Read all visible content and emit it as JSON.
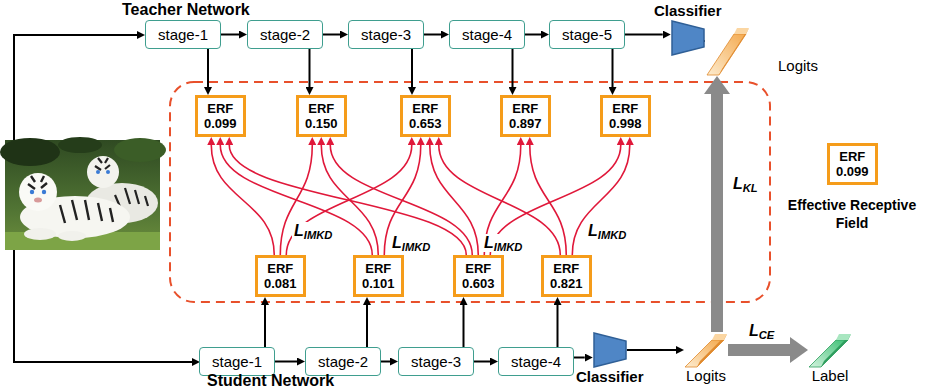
{
  "diagram": {
    "nodes": [
      {
        "text": [
          "stage-1"
        ]
      },
      {
        "text": [
          "stage-2"
        ]
      },
      {
        "text": [
          "stage-3"
        ]
      },
      {
        "text": [
          "stage-4"
        ]
      },
      {
        "text": [
          "stage-5"
        ]
      },
      {
        "text": [
          "Classifier"
        ]
      },
      {
        "text": [
          "Logits"
        ]
      },
      {
        "text": [
          "ERF",
          "0.099"
        ]
      },
      {
        "text": [
          "ERF",
          "0.150"
        ]
      },
      {
        "text": [
          "ERF",
          "0.653"
        ]
      },
      {
        "text": [
          "ERF",
          "0.897"
        ]
      },
      {
        "text": [
          "ERF",
          "0.998"
        ]
      },
      {
        "text": [
          "ERF",
          "0.081"
        ]
      },
      {
        "text": [
          "ERF",
          "0.101"
        ]
      },
      {
        "text": [
          "ERF",
          "0.603"
        ]
      },
      {
        "text": [
          "ERF",
          "0.821"
        ]
      },
      {
        "text": [
          "stage-1"
        ]
      },
      {
        "text": [
          "stage-2"
        ]
      },
      {
        "text": [
          "stage-3"
        ]
      },
      {
        "text": [
          "stage-4"
        ]
      },
      {
        "text": [
          "Classifier"
        ]
      },
      {
        "text": [
          "Logits"
        ]
      },
      {
        "text": [
          "Label"
        ]
      },
      {
        "text": [
          "ERF",
          "0.099"
        ]
      }
    ],
    "edges": [
      {
        "from": 0,
        "to": 1,
        "arrow": "to"
      },
      {
        "from": 1,
        "to": 2,
        "arrow": "to"
      },
      {
        "from": 2,
        "to": 3,
        "arrow": "to"
      },
      {
        "from": 3,
        "to": 4,
        "arrow": "to"
      },
      {
        "from": 4,
        "to": 5,
        "arrow": "to"
      },
      {
        "from": 5,
        "to": 6,
        "arrow": "to"
      },
      {
        "from": 0,
        "to": 7,
        "arrow": "to"
      },
      {
        "from": 1,
        "to": 8,
        "arrow": "to"
      },
      {
        "from": 2,
        "to": 9,
        "arrow": "to"
      },
      {
        "from": 3,
        "to": 10,
        "arrow": "to"
      },
      {
        "from": 4,
        "to": 11,
        "arrow": "to"
      },
      {
        "from": 16,
        "to": 17,
        "arrow": "to"
      },
      {
        "from": 17,
        "to": 18,
        "arrow": "to"
      },
      {
        "from": 18,
        "to": 19,
        "arrow": "to"
      },
      {
        "from": 19,
        "to": 20,
        "arrow": "to"
      },
      {
        "from": 20,
        "to": 21,
        "arrow": "to"
      },
      {
        "from": 16,
        "to": 12,
        "arrow": "to"
      },
      {
        "from": 17,
        "to": 13,
        "arrow": "to"
      },
      {
        "from": 18,
        "to": 14,
        "arrow": "to"
      },
      {
        "from": 19,
        "to": 15,
        "arrow": "to"
      },
      {
        "from": 12,
        "to": 7,
        "arrow": "to"
      },
      {
        "from": 12,
        "to": 8,
        "arrow": "to"
      },
      {
        "from": 12,
        "to": 9,
        "arrow": "to"
      },
      {
        "from": 13,
        "to": 7,
        "arrow": "to"
      },
      {
        "from": 13,
        "to": 8,
        "arrow": "to"
      },
      {
        "from": 13,
        "to": 9,
        "arrow": "to"
      },
      {
        "from": 14,
        "to": 7,
        "arrow": "to"
      },
      {
        "from": 14,
        "to": 8,
        "arrow": "to"
      },
      {
        "from": 14,
        "to": 9,
        "arrow": "to"
      },
      {
        "from": 14,
        "to": 10,
        "arrow": "to"
      },
      {
        "from": 14,
        "to": 11,
        "arrow": "to"
      },
      {
        "from": 15,
        "to": 9,
        "arrow": "to"
      },
      {
        "from": 15,
        "to": 10,
        "arrow": "to"
      },
      {
        "from": 15,
        "to": 11,
        "arrow": "to"
      },
      {
        "from": 21,
        "to": 6,
        "label": "LKL",
        "arrow": "to"
      },
      {
        "from": 21,
        "to": 22,
        "label": "LCE",
        "arrow": "to"
      }
    ],
    "labels": [
      "Teacher Network",
      "Student Network",
      "LIMKD",
      "LIMKD",
      "LIMKD",
      "LIMKD"
    ],
    "legend": [
      {
        "text": "Effective Receptive Field"
      }
    ]
  }
}
